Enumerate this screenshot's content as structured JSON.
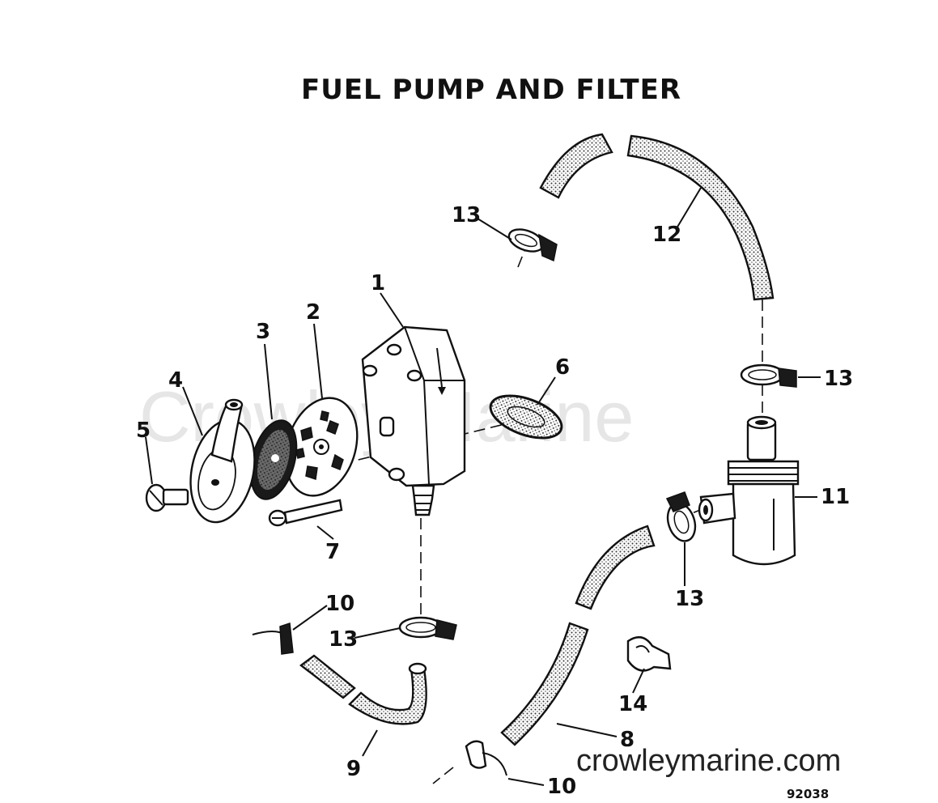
{
  "title": "FUEL PUMP AND FILTER",
  "watermark": "Crowley Marine",
  "website": "crowleymarine.com",
  "drawing_number": "92038",
  "callouts": {
    "c1": "1",
    "c2": "2",
    "c3": "3",
    "c4": "4",
    "c5": "5",
    "c6": "6",
    "c7": "7",
    "c8": "8",
    "c9": "9",
    "c10a": "10",
    "c10b": "10",
    "c11": "11",
    "c12": "12",
    "c13a": "13",
    "c13b": "13",
    "c13c": "13",
    "c13d": "13",
    "c14": "14"
  }
}
